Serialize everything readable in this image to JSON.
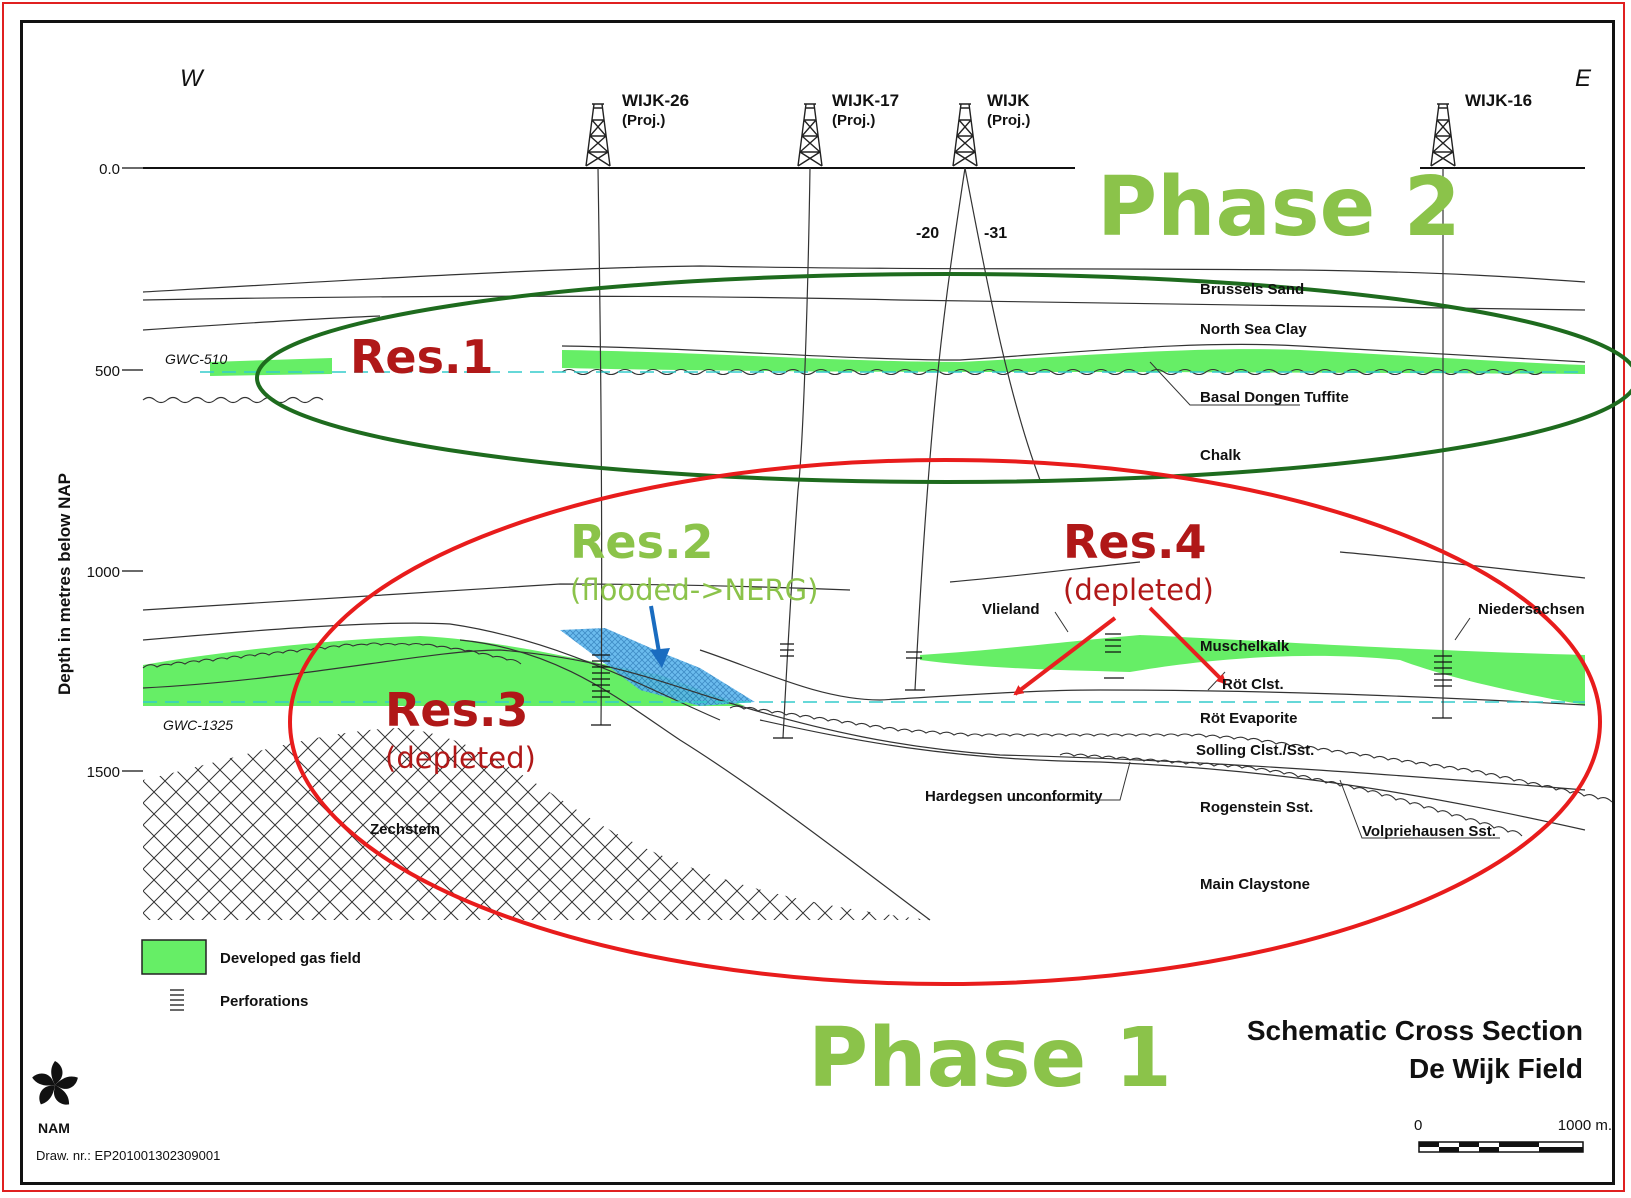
{
  "compass": {
    "west": "W",
    "east": "E"
  },
  "wells": [
    {
      "name": "WIJK-26",
      "note": "(Proj.)"
    },
    {
      "name": "WIJK-17",
      "note": "(Proj.)"
    },
    {
      "name": "WIJK",
      "note": "(Proj.)"
    },
    {
      "name": "WIJK-16",
      "note": ""
    }
  ],
  "branch_labels": {
    "left": "-20",
    "right": "-31"
  },
  "axis": {
    "label": "Depth in metres below NAP",
    "ticks": [
      "0.0",
      "500",
      "1000",
      "1500"
    ]
  },
  "gwc": {
    "upper": "GWC-510",
    "lower": "GWC-1325"
  },
  "formations": {
    "brussels_sand": "Brussels Sand",
    "north_sea_clay": "North Sea Clay",
    "basal_dongen": "Basal Dongen Tuffite",
    "chalk": "Chalk",
    "vlieland": "Vlieland",
    "niedersachsen": "Niedersachsen",
    "muschelkalk": "Muschelkalk",
    "rot_clst": "Röt Clst.",
    "rot_evaporite": "Röt Evaporite",
    "solling": "Solling Clst./Sst.",
    "hardegsen": "Hardegsen unconformity",
    "rogenstein": "Rogenstein Sst.",
    "volpriehausen": "Volpriehausen Sst.",
    "main_claystone": "Main Claystone",
    "zechstein": "Zechstein"
  },
  "annotations": {
    "phase2": "Phase 2",
    "phase1": "Phase 1",
    "res1": "Res.1",
    "res2": "Res.2",
    "res2_note": "(flooded->NERG)",
    "res3": "Res.3",
    "res3_note": "(depleted)",
    "res4": "Res.4",
    "res4_note": "(depleted)"
  },
  "legend": {
    "gas_field": "Developed gas field",
    "perforations": "Perforations"
  },
  "title": {
    "line1": "Schematic Cross Section",
    "line2": "De Wijk Field"
  },
  "scale": {
    "start": "0",
    "end": "1000 m."
  },
  "footer": {
    "company": "NAM",
    "drawing": "Draw. nr.: EP201001302309001"
  },
  "colors": {
    "gas_green": "#66ee66",
    "phase_green": "#8bc34a",
    "res_red": "#b01818",
    "ellipse_green": "#1e6b1e",
    "ellipse_red": "#e81c1c",
    "arrow_red": "#e82020",
    "flood_blue": "#3aa0e0",
    "gwc_cyan": "#33cccc"
  }
}
